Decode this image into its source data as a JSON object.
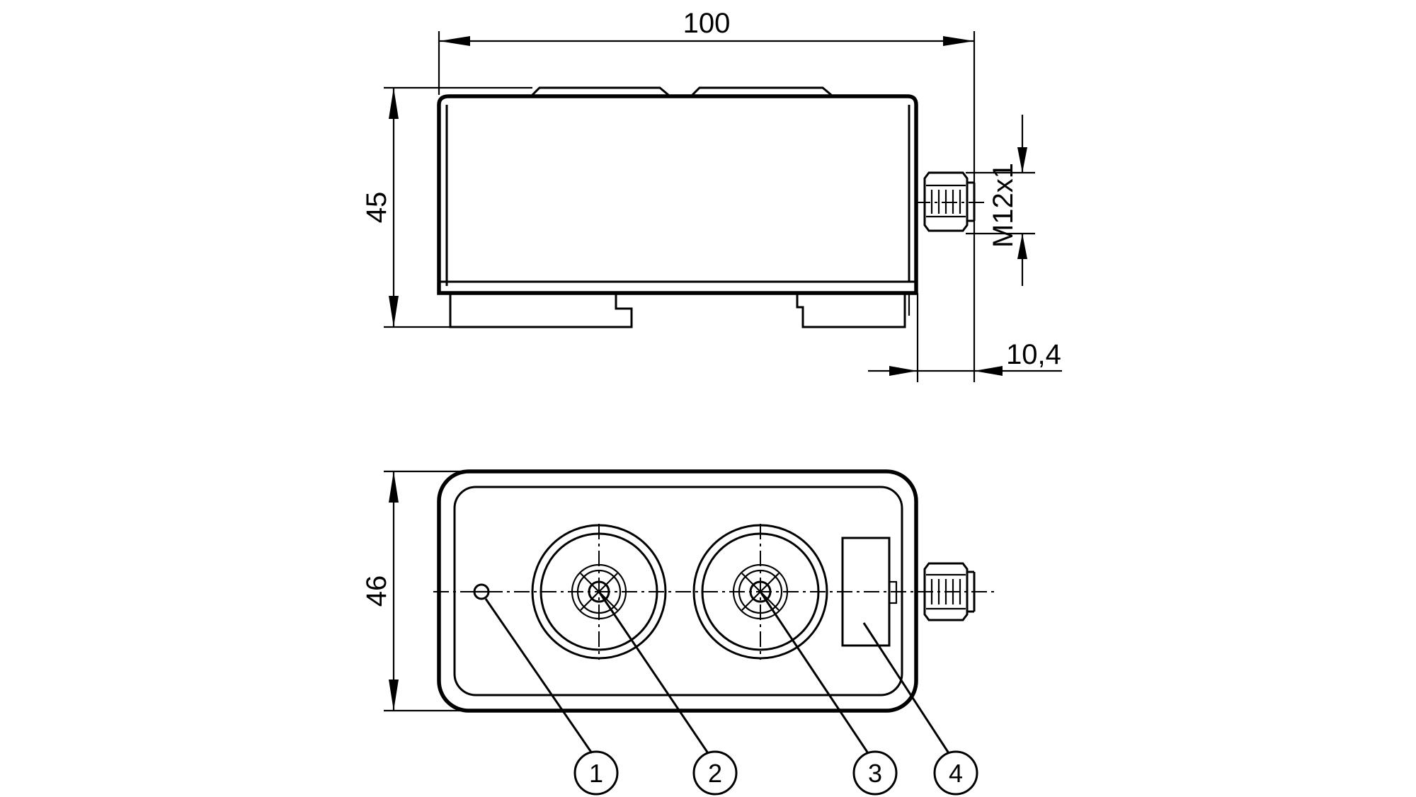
{
  "dimensions": {
    "width": "100",
    "height": "45",
    "thread": "M12x1",
    "connector_offset": "10,4",
    "depth": "46"
  },
  "callouts": [
    "1",
    "2",
    "3",
    "4"
  ]
}
